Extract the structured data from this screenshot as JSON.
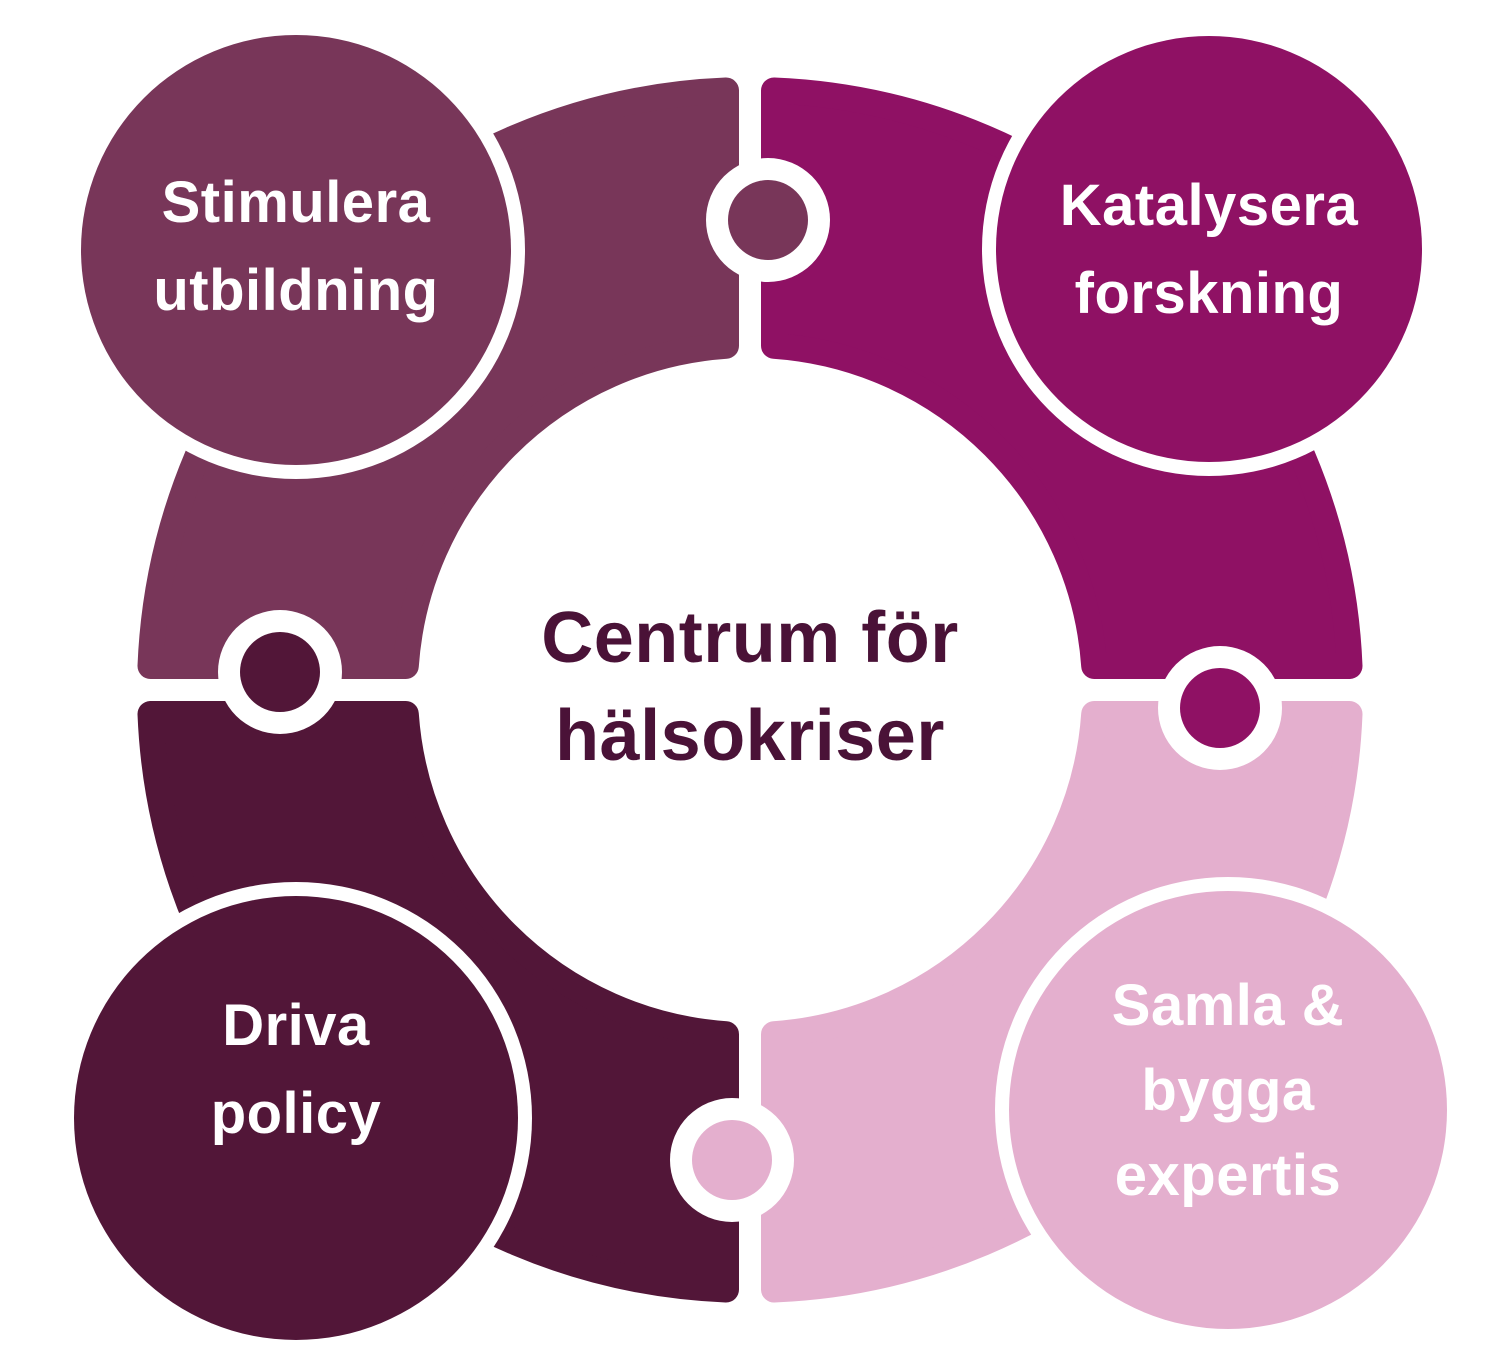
{
  "title": {
    "lines": [
      "Centrum för",
      "hälsokriser"
    ],
    "color": "#4A1237"
  },
  "label_text_color": "#FFFFFF",
  "background": "#FFFFFF",
  "pieces": {
    "top_left": {
      "name": "Stimulera utbildning",
      "lines": [
        "Stimulera",
        "utbildning"
      ],
      "color": "#783659"
    },
    "top_right": {
      "name": "Katalysera forskning",
      "lines": [
        "Katalysera",
        "forskning"
      ],
      "color": "#8F1164"
    },
    "bottom_right": {
      "name": "Samla & bygga expertis",
      "lines": [
        "Samla &",
        "bygga",
        "expertis"
      ],
      "color": "#E4AFCE"
    },
    "bottom_left": {
      "name": "Driva policy",
      "lines": [
        "Driva",
        "policy"
      ],
      "color": "#521638"
    }
  }
}
